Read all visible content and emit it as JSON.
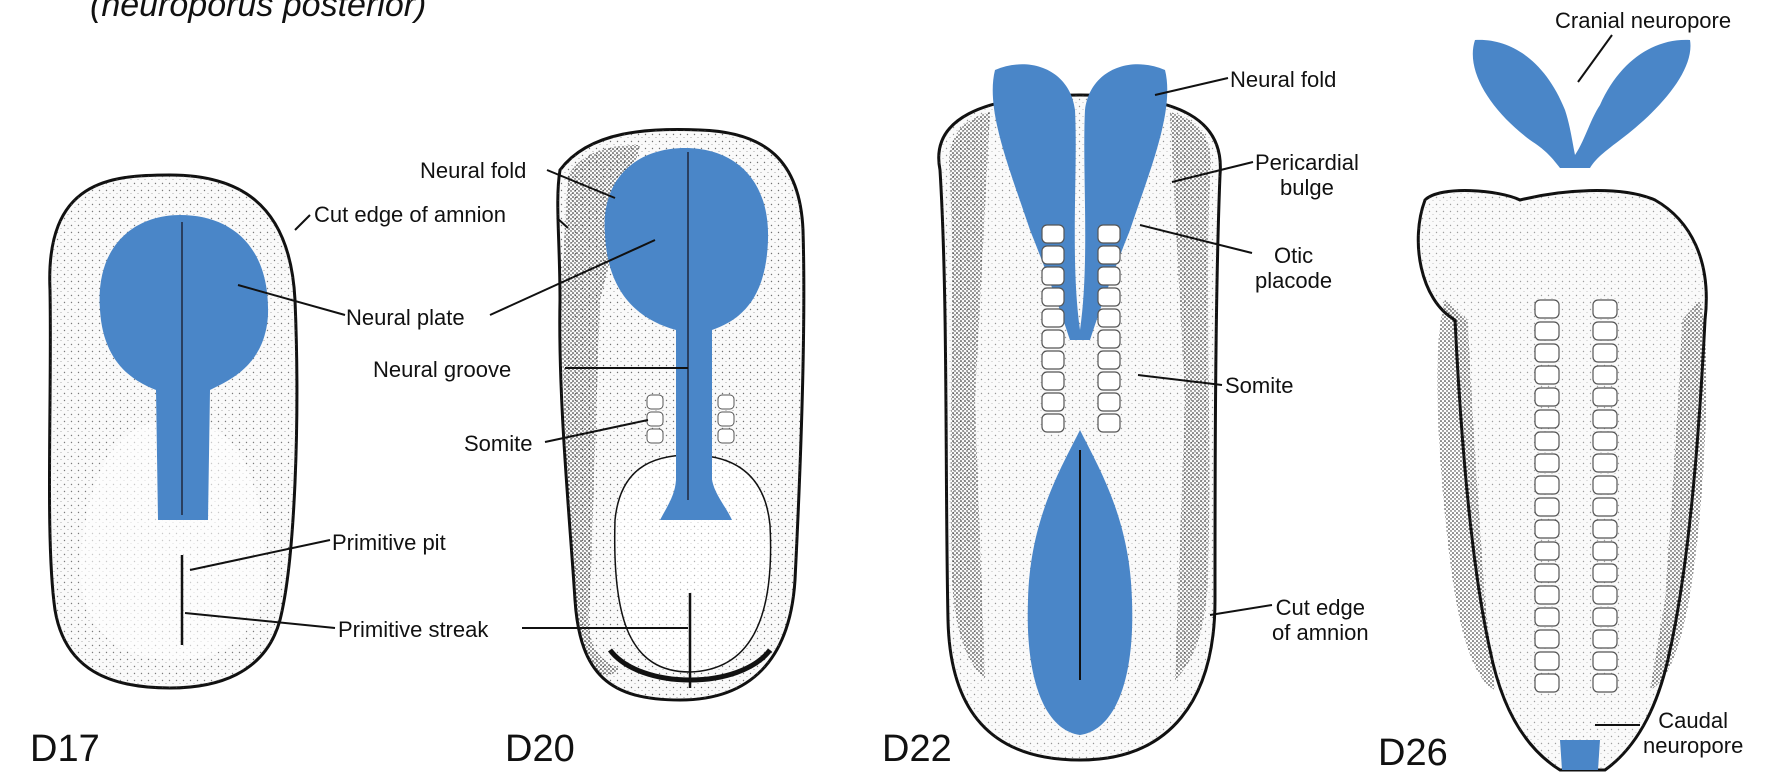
{
  "caption": "(neuroporus posterior)",
  "colors": {
    "neural": "#4a86c8",
    "outline": "#111111",
    "paper": "#ffffff"
  },
  "stages": [
    "D17",
    "D20",
    "D22",
    "D26"
  ],
  "labels": {
    "neural_fold": "Neural fold",
    "cut_edge_amnion": "Cut edge of amnion",
    "neural_plate": "Neural plate",
    "neural_groove": "Neural groove",
    "somite": "Somite",
    "primitive_pit": "Primitive pit",
    "primitive_streak": "Primitive streak",
    "neural_fold_2": "Neural fold",
    "pericardial_bulge": "Pericardial\nbulge",
    "otic_placode": "Otic\nplacode",
    "somite_2": "Somite",
    "cut_edge_amnion_2": "Cut edge\nof amnion",
    "cranial_neuropore": "Cranial neuropore",
    "caudal_neuropore": "Caudal\nneuropore"
  }
}
